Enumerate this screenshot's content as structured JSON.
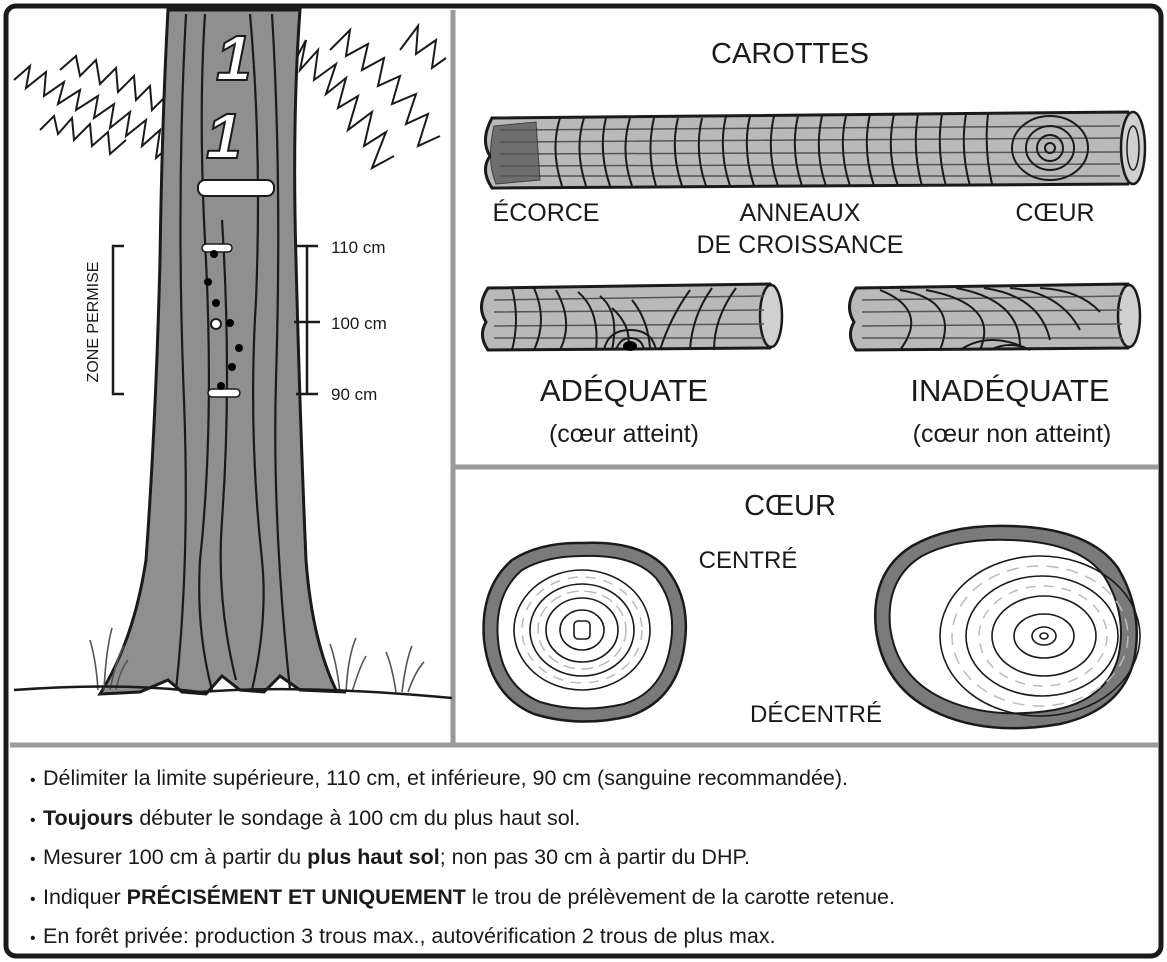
{
  "tree_panel": {
    "tree_numbers": [
      "1",
      "1"
    ],
    "zone_label": "ZONE PERMISE",
    "scale_marks": [
      "110 cm",
      "100 cm",
      "90 cm"
    ]
  },
  "cores_panel": {
    "title": "CAROTTES",
    "parts": {
      "bark": "ÉCORCE",
      "rings_line1": "ANNEAUX",
      "rings_line2": "DE CROISSANCE",
      "heart": "CŒUR"
    },
    "adequate": {
      "label": "ADÉQUATE",
      "note": "(cœur atteint)"
    },
    "inadequate": {
      "label": "INADÉQUATE",
      "note": "(cœur non atteint)"
    }
  },
  "heart_panel": {
    "title": "CŒUR",
    "centered": "CENTRÉ",
    "off_center": "DÉCENTRÉ"
  },
  "notes": [
    {
      "plain": "Délimiter la limite supérieure, 110 cm, et inférieure, 90 cm (sanguine recommandée)."
    },
    {
      "bold": "Toujours",
      "after": " débuter le sondage à 100 cm du plus haut sol."
    },
    {
      "before": "Mesurer 100 cm à partir du ",
      "bold": "plus haut sol",
      "after": "; non pas 30 cm à partir du DHP."
    },
    {
      "before": "Indiquer ",
      "bold": "PRÉCISÉMENT ET UNIQUEMENT",
      "after": " le trou de prélèvement de la carotte retenue."
    },
    {
      "plain": "En forêt privée: production 3 trous max., autovérification 2 trous de plus max."
    }
  ],
  "colors": {
    "ink": "#1a1a1a",
    "wood": "#b9b9b9",
    "bark": "#7a7a7a",
    "frame": "#9a9a9a"
  }
}
